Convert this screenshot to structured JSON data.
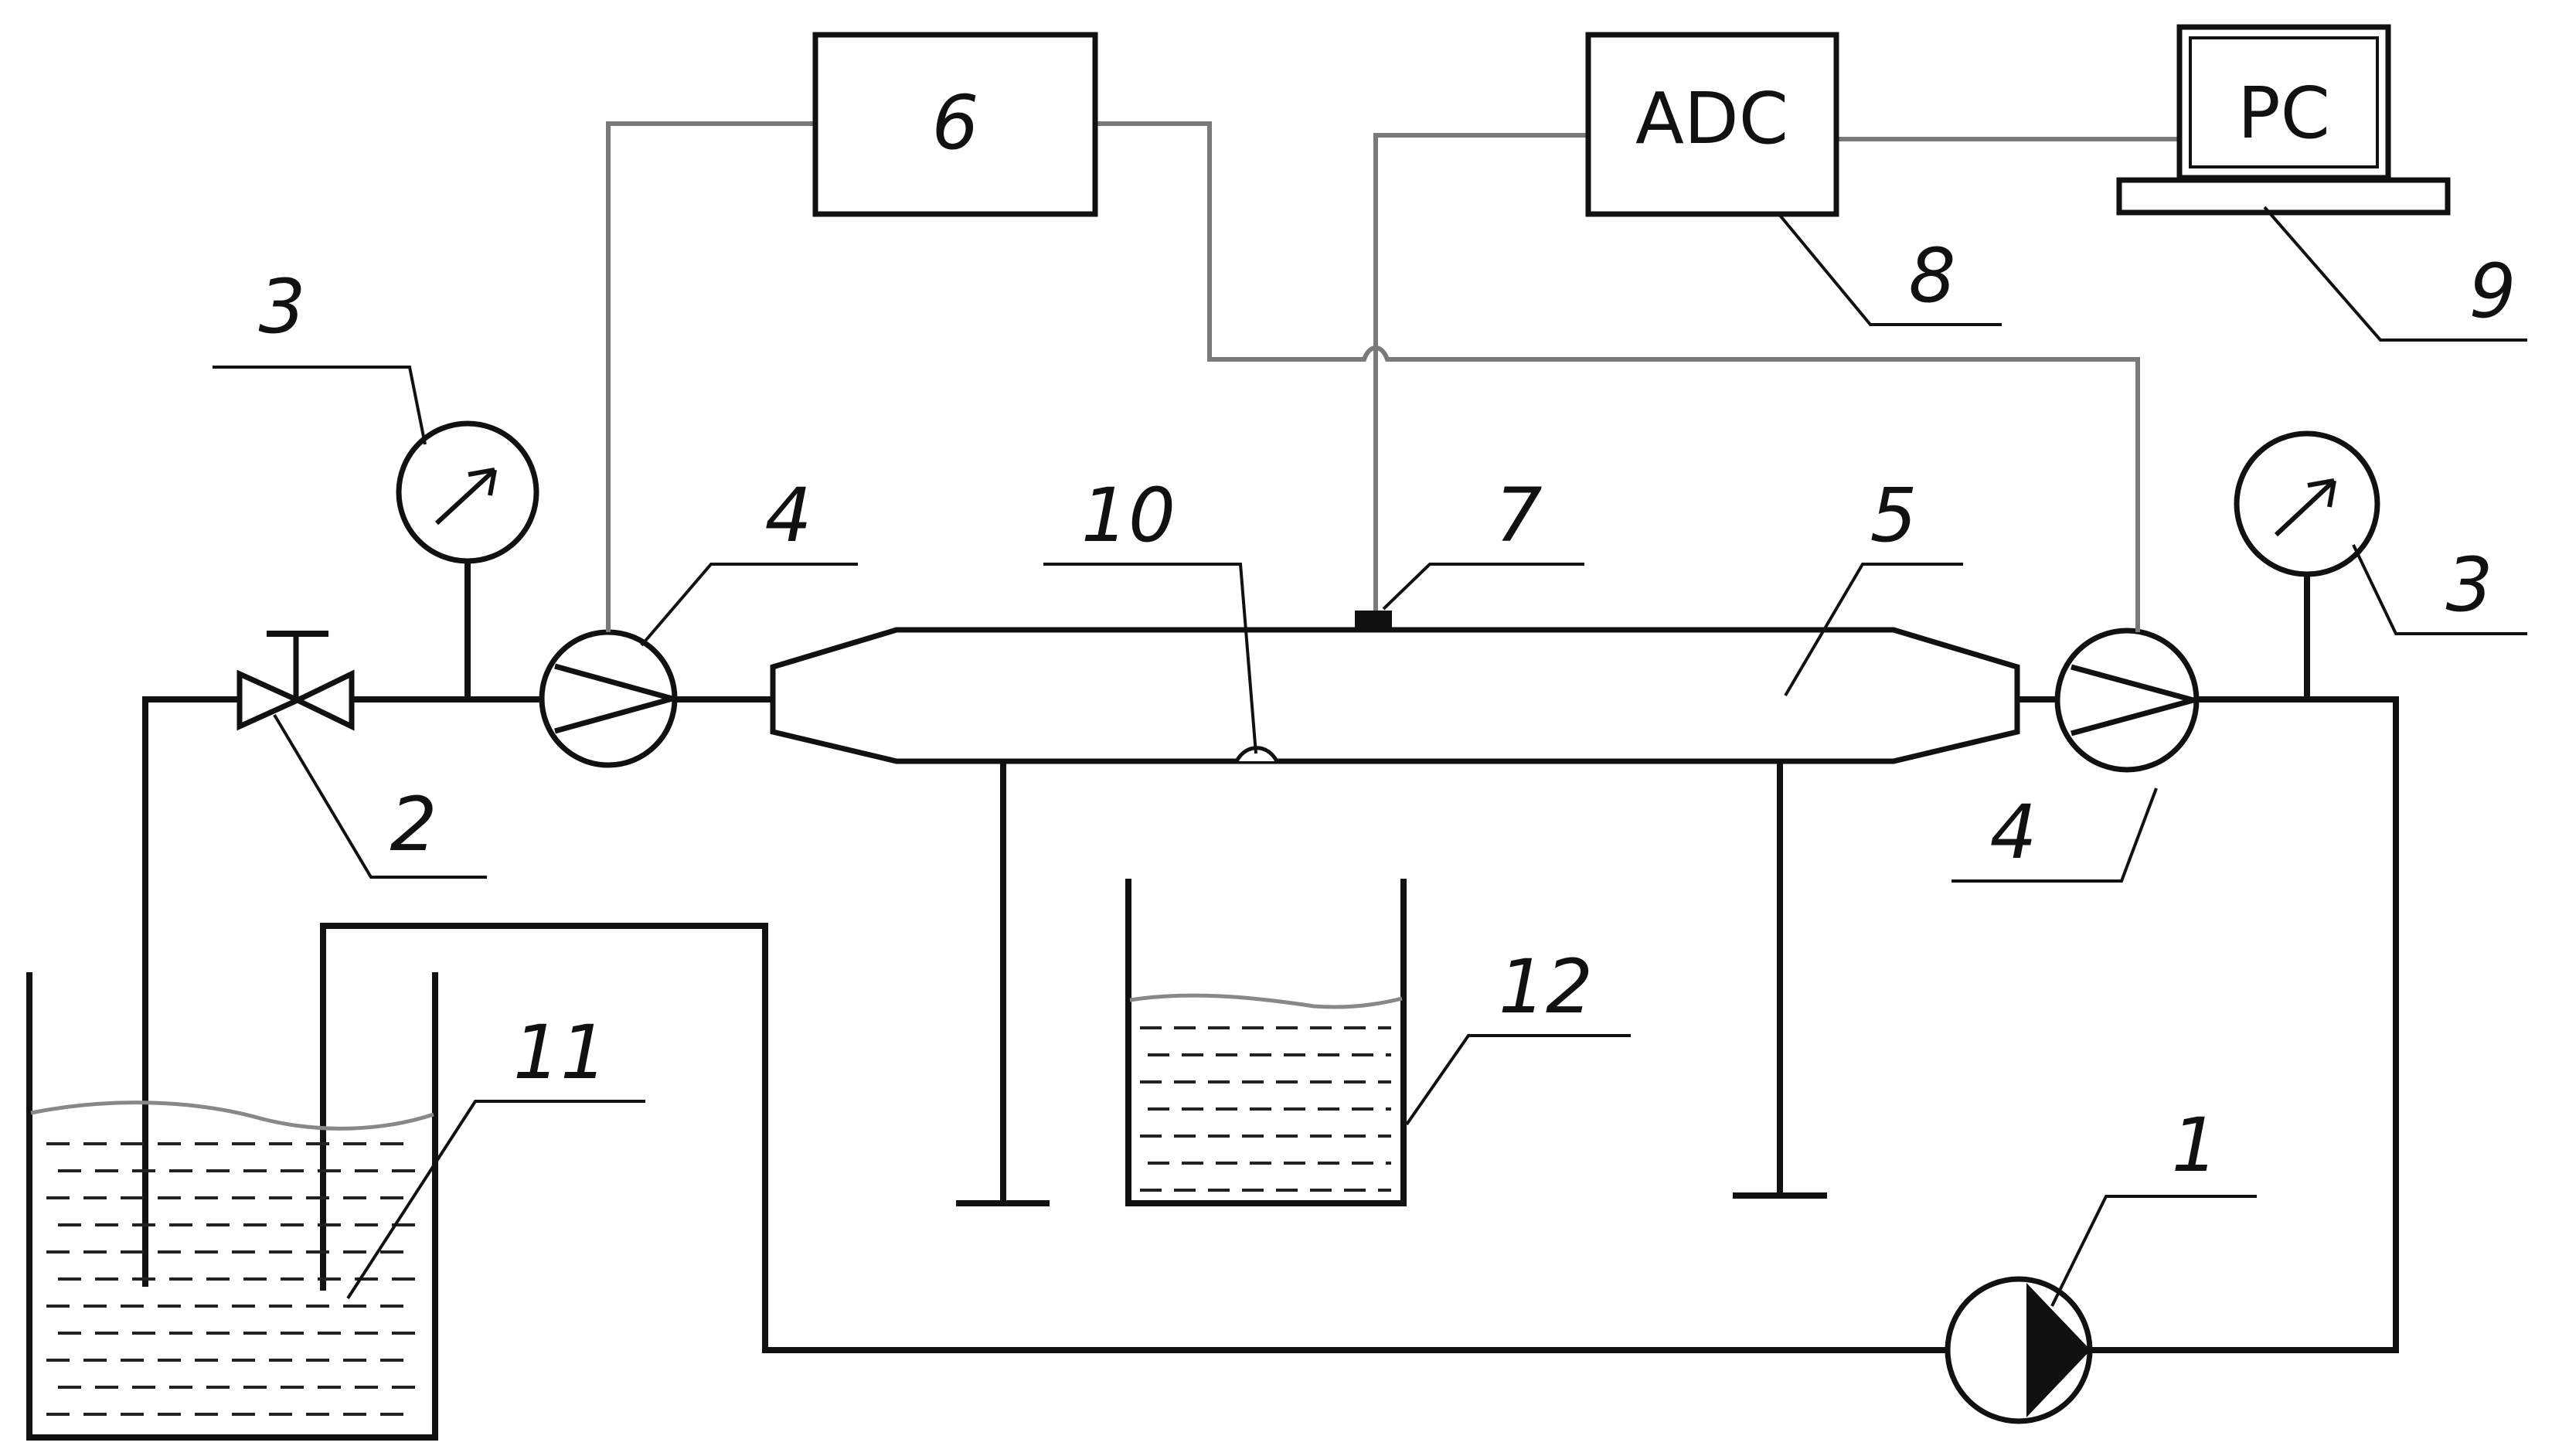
{
  "boxes": {
    "controller": "6",
    "adc": "ADC",
    "pc": "PC"
  },
  "labels": {
    "pump": "1",
    "valve": "2",
    "gauge_left": "3",
    "gauge_right": "3",
    "sensor_left": "4",
    "sensor_right": "4",
    "channel": "5",
    "probe": "7",
    "adc": "8",
    "pc": "9",
    "weld": "10",
    "tank": "11",
    "beaker": "12"
  }
}
